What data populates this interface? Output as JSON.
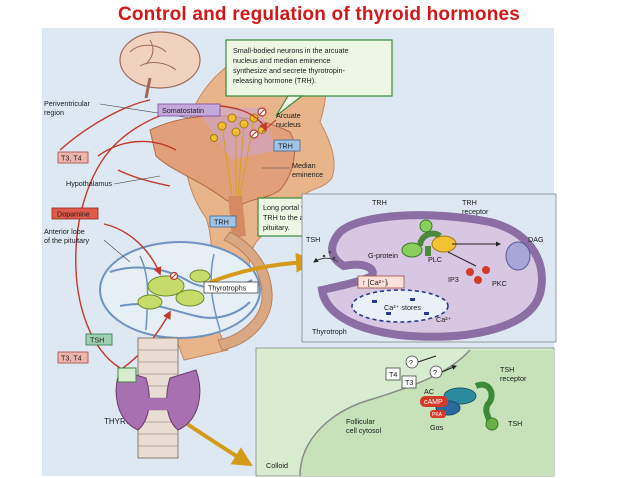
{
  "title": "Control and regulation of thyroid hormones",
  "colors": {
    "title": "#d01818",
    "pale_blue_panel": "#dde8f2",
    "green_panel": "#d8ecd0",
    "callout_border": "#3a8a3a",
    "cell_purple": "#8a6ea4",
    "pink_label": "#f0b4ae"
  },
  "callouts": {
    "trh_neurons": [
      "Small-bodied neurons in the arcuate",
      "nucleus and median eminence",
      "synthesize and secrete thyrotropin-",
      "releasing hormone (TRH)."
    ],
    "portal": [
      "Long portal vessels carry",
      "TRH to the anterior",
      "pituitary."
    ]
  },
  "labels": {
    "periventricular": [
      "Periventricular",
      "region"
    ],
    "somatostatin": "Somatostatin",
    "arcuate": [
      "Arcuate",
      "nucleus"
    ],
    "trh_upper": "TRH",
    "t3t4_upper": "T3, T4",
    "median": [
      "Median",
      "eminence"
    ],
    "hypothalamus": "Hypothalamus",
    "dopamine": "Dopamine",
    "trh_lower": "TRH",
    "anterior_lobe": [
      "Anterior lobe",
      "of the pituitary"
    ],
    "thyrotrophs": "Thyrotrophs",
    "tsh_box": "TSH",
    "t3t4_lower": "T3, T4",
    "thyroid": "THYROID"
  },
  "thyrotroph_cell": {
    "trh": "TRH",
    "trh_receptor": [
      "TRH",
      "receptor"
    ],
    "tsh": "TSH",
    "g_protein": "G-protein",
    "plc": "PLC",
    "dag": "DAG",
    "ip3": "IP3",
    "pkc": "PKC",
    "ca_up": "↑ [Ca²⁺]ᵢ",
    "ca_stores": "Ca²⁺ stores",
    "ca": "Ca²⁺",
    "cell_name": "Thyrotroph"
  },
  "follicular_cell": {
    "q1": "?",
    "q2": "?",
    "t4": "T4",
    "t3": "T3",
    "ac": "AC",
    "camp": "cAMP",
    "pka": "PKA",
    "tsh_receptor": [
      "TSH",
      "receptor"
    ],
    "g_alpha": "Gαs",
    "tsh": "TSH",
    "cytosol": [
      "Follicular",
      "cell cytosol"
    ],
    "colloid": "Colloid"
  }
}
